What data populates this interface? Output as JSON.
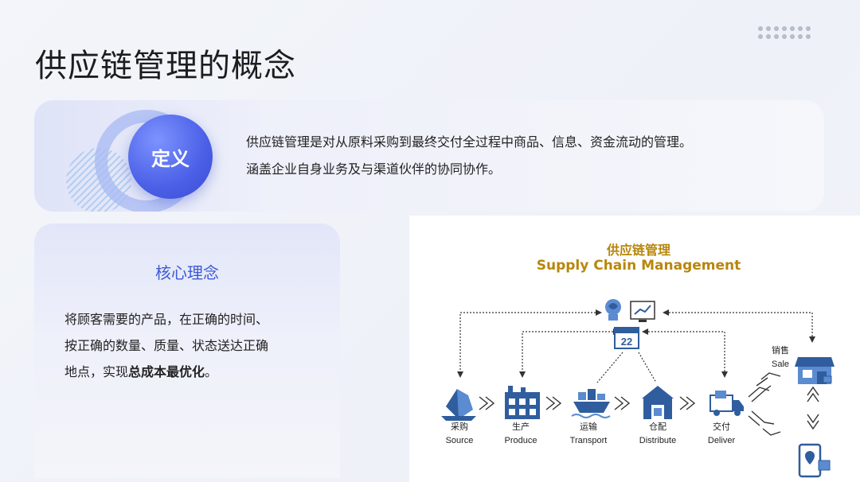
{
  "page": {
    "title": "供应链管理的概念"
  },
  "definition": {
    "badge": "定义",
    "line1": "供应链管理是对从原料采购到最终交付全过程中商品、信息、资金流动的管理。",
    "line2": "涵盖企业自身业务及与渠道伙伴的协同协作。"
  },
  "core": {
    "title": "核心理念",
    "line1": "将顾客需要的产品，在正确的时间、",
    "line2": "按正确的数量、质量、状态送达正确",
    "line3_prefix": "地点，实现",
    "line3_bold": "总成本最优化",
    "line3_suffix": "。"
  },
  "diagram": {
    "title_cn": "供应链管理",
    "title_en": "Supply Chain Management",
    "calendar_day": "22",
    "nodes": [
      {
        "cn": "采购",
        "en": "Source"
      },
      {
        "cn": "生产",
        "en": "Produce"
      },
      {
        "cn": "运输",
        "en": "Transport"
      },
      {
        "cn": "仓配",
        "en": "Distribute"
      },
      {
        "cn": "交付",
        "en": "Deliver"
      }
    ],
    "sale": {
      "cn": "销售",
      "en": "Sale"
    },
    "colors": {
      "primary": "#2f5d9e",
      "accent": "#b8860b",
      "icon_light": "#5b8bd0"
    }
  }
}
